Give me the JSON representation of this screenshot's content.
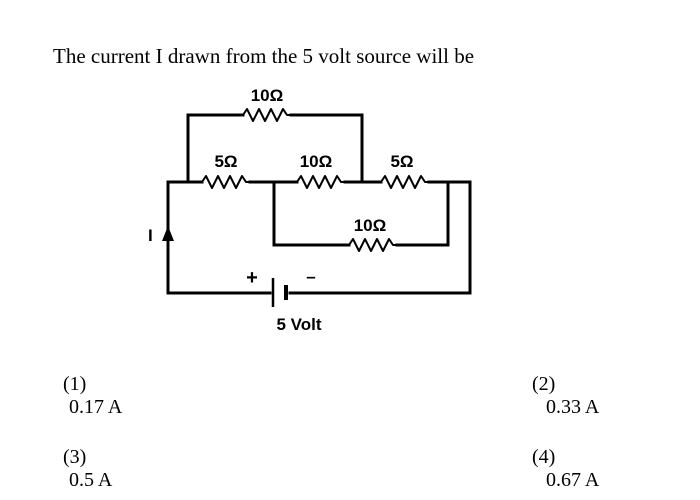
{
  "question": "The current I drawn from the 5 volt source will be",
  "diagram": {
    "resistors": [
      {
        "id": "r-top",
        "label": "10Ω"
      },
      {
        "id": "r-left",
        "label": "5Ω"
      },
      {
        "id": "r-middle",
        "label": "10Ω"
      },
      {
        "id": "r-right",
        "label": "5Ω"
      },
      {
        "id": "r-bottom",
        "label": "10Ω"
      }
    ],
    "current_label": "I",
    "battery": {
      "plus": "+",
      "minus": "–",
      "label": "5 Volt"
    }
  },
  "options": [
    {
      "num": "(1)",
      "text": "0.17 A"
    },
    {
      "num": "(2)",
      "text": "0.33 A"
    },
    {
      "num": "(3)",
      "text": "0.5 A"
    },
    {
      "num": "(4)",
      "text": "0.67 A"
    }
  ]
}
